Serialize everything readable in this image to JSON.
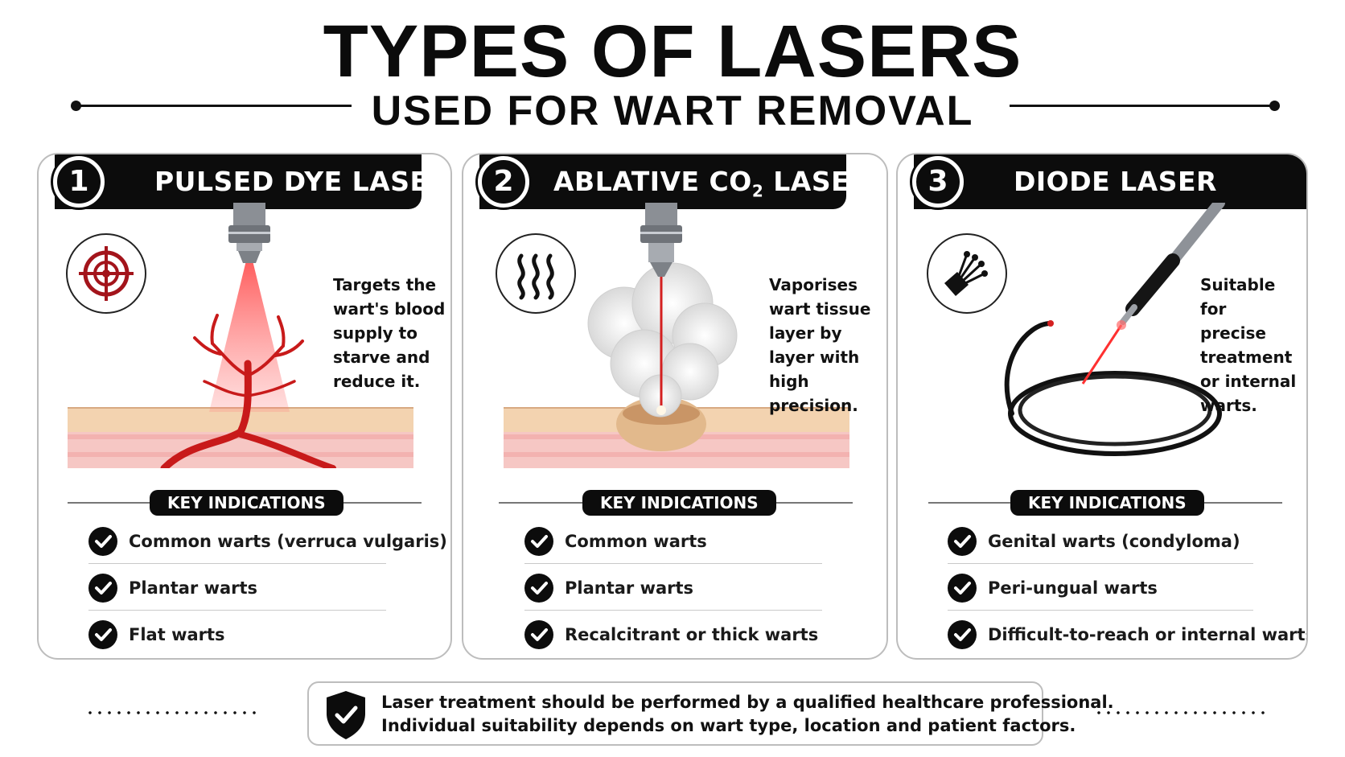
{
  "title": {
    "main": "TYPES OF LASERS",
    "sub": "USED FOR WART REMOVAL"
  },
  "cards": [
    {
      "number": "1",
      "header": "PULSED DYE LASER",
      "icon": "target-icon",
      "description": "Targets the\nwart's blood\nsupply to\nstarve and\nreduce it.",
      "ki_label": "KEY INDICATIONS",
      "indications": [
        "Common warts (verruca vulgaris)",
        "Plantar warts",
        "Flat warts"
      ]
    },
    {
      "number": "2",
      "header_prefix": "ABLATIVE CO",
      "header_sub": "2",
      "header_suffix": " LASER",
      "icon": "heat-waves-icon",
      "description": "Vaporises\nwart tissue\nlayer by\nlayer with\nhigh precision.",
      "ki_label": "KEY INDICATIONS",
      "indications": [
        "Common warts",
        "Plantar warts",
        "Recalcitrant or thick warts"
      ]
    },
    {
      "number": "3",
      "header": "DIODE LASER",
      "icon": "fiber-optic-icon",
      "description": "Suitable for\nprecise\ntreatment\nor internal\nwarts.",
      "ki_label": "KEY INDICATIONS",
      "indications": [
        "Genital warts (condyloma)",
        "Peri-ungual warts",
        "Difficult-to-reach or internal warts"
      ]
    }
  ],
  "footer": {
    "line1": "Laser treatment should be performed by a qualified healthcare professional.",
    "line2": "Individual suitability depends on wart type, location and patient factors."
  },
  "colors": {
    "accent": "#0c0c0c",
    "laser_red": "#d42020",
    "skin": "#f3d3b0",
    "tissue": "#f2a7a7"
  }
}
